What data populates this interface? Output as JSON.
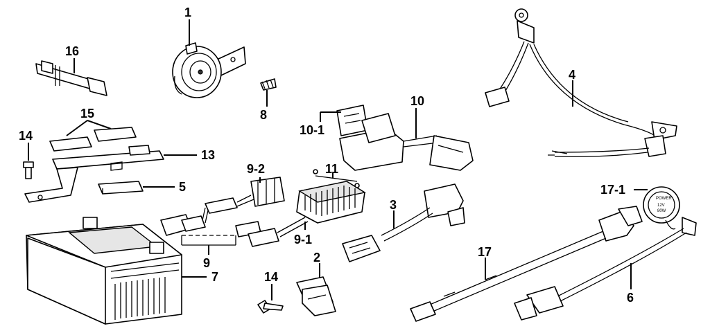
{
  "diagram": {
    "labels": {
      "l1": "1",
      "l2": "2",
      "l3": "3",
      "l4": "4",
      "l5": "5",
      "l6": "6",
      "l7": "7",
      "l8": "8",
      "l9": "9",
      "l9_1": "9-1",
      "l9_2": "9-2",
      "l10": "10",
      "l10_1": "10-1",
      "l11": "11",
      "l13": "13",
      "l14a": "14",
      "l14b": "14",
      "l15": "15",
      "l16": "16",
      "l17": "17",
      "l17_1": "17-1"
    },
    "socket_cap_text": [
      "POWER",
      "12V",
      "80W"
    ]
  }
}
